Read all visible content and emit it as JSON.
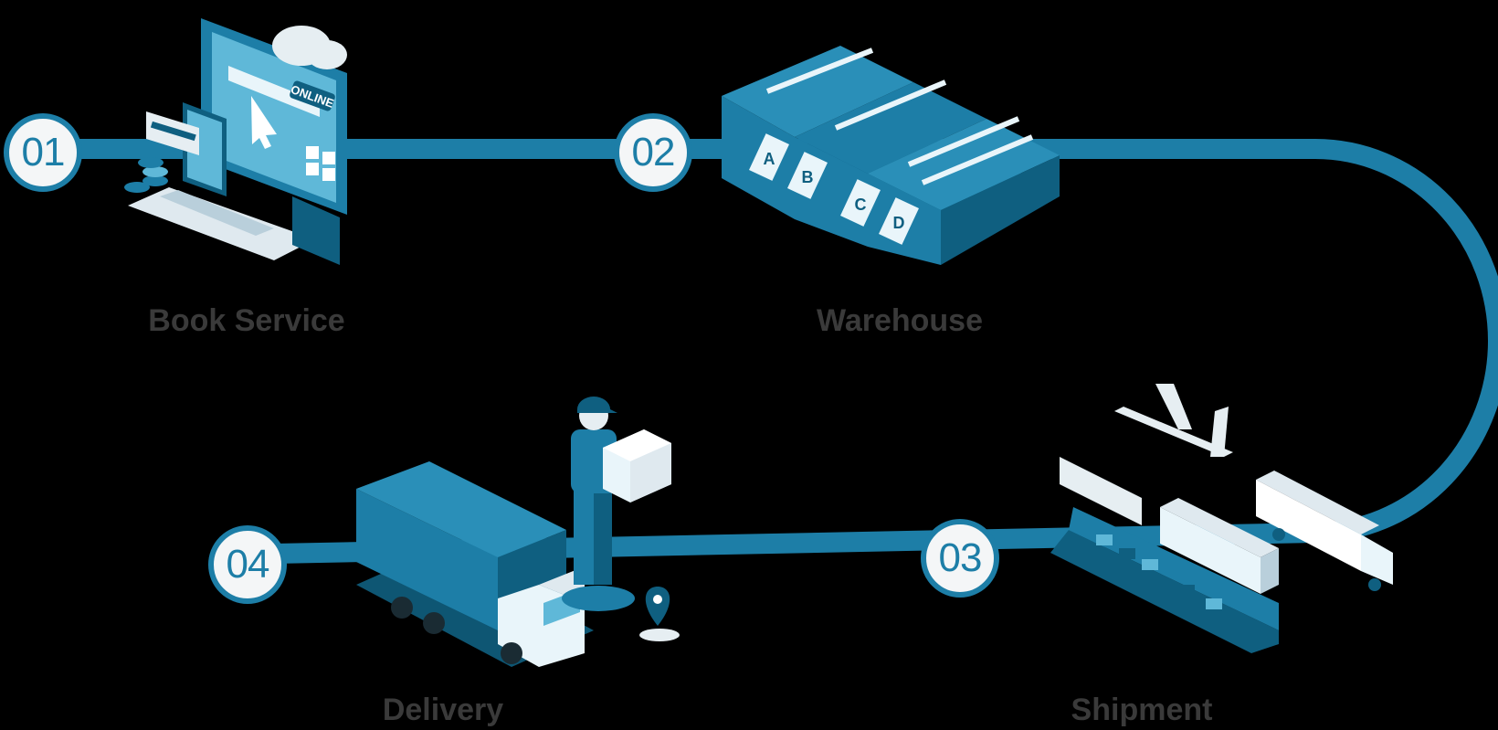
{
  "colors": {
    "background": "#000000",
    "route": "#1d7ea7",
    "accent_light": "#5fb8d8",
    "accent_dark": "#0f5f80",
    "circle_fill": "#f4f6f7",
    "label_text": "#3a3a3a"
  },
  "steps": [
    {
      "number": "01",
      "label": "Book Service",
      "icon": "online-order-icon"
    },
    {
      "number": "02",
      "label": "Warehouse",
      "icon": "warehouse-icon"
    },
    {
      "number": "03",
      "label": "Shipment",
      "icon": "shipment-icon"
    },
    {
      "number": "04",
      "label": "Delivery",
      "icon": "delivery-truck-icon"
    }
  ],
  "illustrations": {
    "monitor_badge": "ONLINE",
    "dock_doors": [
      "A",
      "B",
      "C",
      "D"
    ]
  }
}
